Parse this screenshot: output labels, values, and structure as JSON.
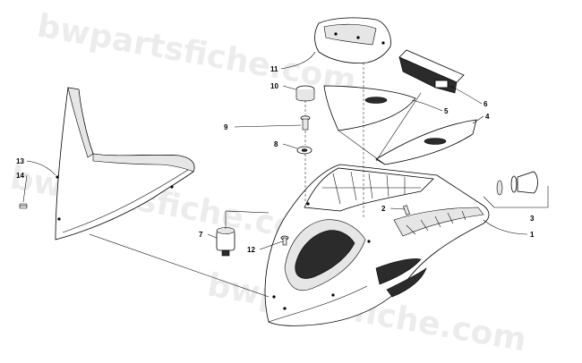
{
  "diagram": {
    "watermark": "bwpartsfiche.com",
    "callouts": [
      "1",
      "2",
      "3",
      "4",
      "5",
      "6",
      "7",
      "8",
      "9",
      "10",
      "11",
      "12",
      "13",
      "14"
    ]
  }
}
